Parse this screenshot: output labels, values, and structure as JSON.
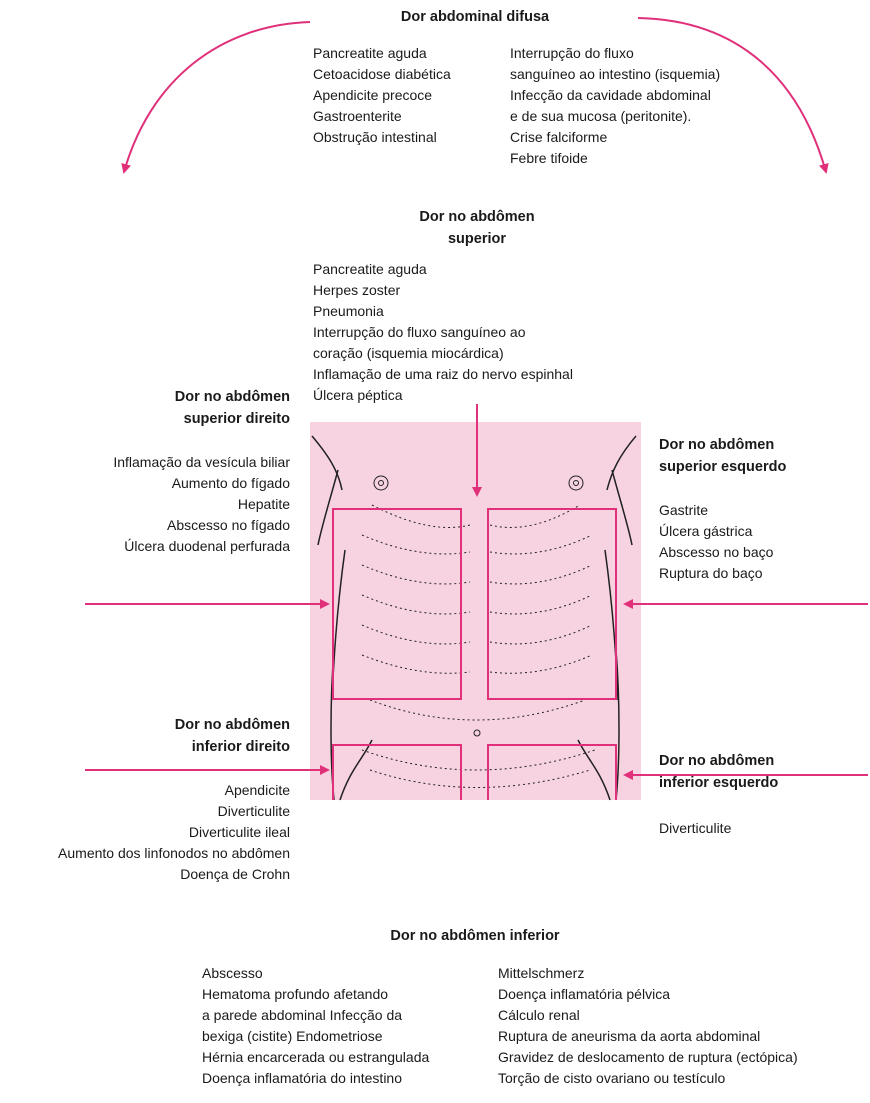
{
  "diffuse": {
    "title": "Dor abdominal difusa",
    "col1": [
      "Pancreatite aguda",
      "Cetoacidose diabética",
      "Apendicite precoce",
      "Gastroenterite",
      "Obstrução intestinal"
    ],
    "col2": [
      "Interrupção do fluxo",
      "sanguíneo ao intestino (isquemia)",
      "Infecção da cavidade abdominal",
      "e de sua mucosa (peritonite).",
      "Crise falciforme",
      "Febre tifoide"
    ]
  },
  "upper": {
    "title_line1": "Dor no abdômen",
    "title_line2": "superior",
    "items": [
      "Pancreatite aguda",
      "Herpes zoster",
      "Pneumonia",
      "Interrupção do fluxo sanguíneo ao",
      "coração (isquemia miocárdica)",
      "Inflamação de uma raiz do nervo espinhal",
      "Úlcera péptica"
    ]
  },
  "upper_right": {
    "title_line1": "Dor no abdômen",
    "title_line2": "superior direito",
    "items": [
      "Inflamação da vesícula biliar",
      "Aumento do fígado",
      "Hepatite",
      "Abscesso no fígado",
      "Úlcera duodenal perfurada"
    ]
  },
  "upper_left": {
    "title_line1": "Dor no abdômen",
    "title_line2": "superior esquerdo",
    "items": [
      "Gastrite",
      "Úlcera gástrica",
      "Abscesso no baço",
      "Ruptura do baço"
    ]
  },
  "lower_right": {
    "title_line1": "Dor no abdômen",
    "title_line2": "inferior direito",
    "items": [
      "Apendicite",
      "Diverticulite",
      "Diverticulite ileal",
      "Aumento dos linfonodos no abdômen",
      "Doença de Crohn"
    ]
  },
  "lower_left": {
    "title_line1": "Dor no abdômen",
    "title_line2": "inferior esquerdo",
    "items": [
      "Diverticulite"
    ]
  },
  "lower": {
    "title": "Dor no abdômen inferior",
    "col1": [
      "Abscesso",
      "Hematoma profundo afetando",
      "a parede abdominal Infecção da",
      "bexiga (cistite) Endometriose",
      "Hérnia encarcerada ou estrangulada",
      "Doença inflamatória do intestino"
    ],
    "col2": [
      "Mittelschmerz",
      "Doença inflamatória pélvica",
      "Cálculo renal",
      "Ruptura de aneurisma da aorta abdominal",
      "Gravidez de deslocamento de ruptura (ectópica)",
      "Torção de cisto ovariano ou testículo"
    ]
  },
  "colors": {
    "accent": "#e0307a",
    "torso_fill": "#f7d3e2",
    "line": "#222222"
  }
}
